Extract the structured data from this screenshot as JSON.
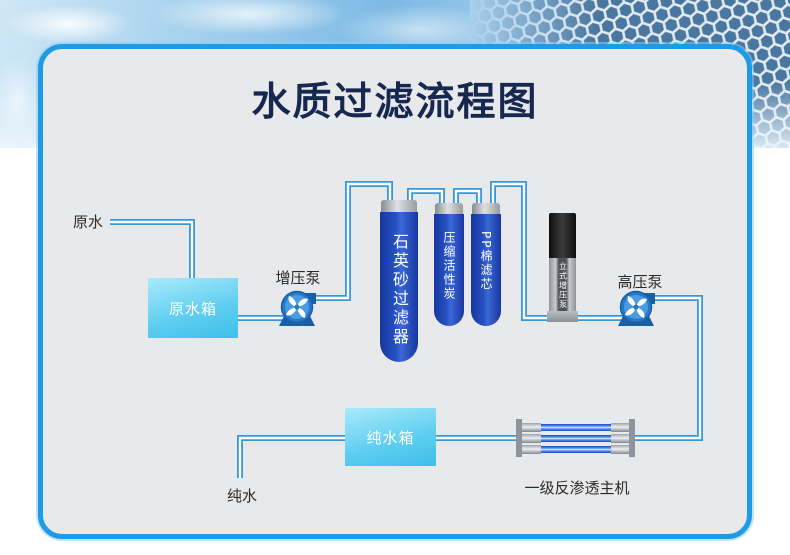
{
  "title": "水质过滤流程图",
  "colors": {
    "panel_border": "#1e9be4",
    "panel_background": "#e8e9eb",
    "title_text": "#16284f",
    "pipe": "#3597de",
    "filter_body": "#2450c0",
    "tank": "#5ccdf0",
    "pump": "#2479cb"
  },
  "source": {
    "label": "原水"
  },
  "raw_tank": {
    "label": "原水箱"
  },
  "booster_pump": {
    "label": "增压泵",
    "icon": "pump-icon"
  },
  "filters": [
    {
      "label": "石英砂过滤器"
    },
    {
      "label": "压缩活性炭"
    },
    {
      "label": "PP棉滤芯"
    }
  ],
  "vertical_pump": {
    "label": "立式增压泵"
  },
  "high_pressure_pump": {
    "label": "高压泵",
    "icon": "pump-icon"
  },
  "ro_unit": {
    "label": "一级反渗透主机"
  },
  "pure_tank": {
    "label": "纯水箱"
  },
  "output": {
    "label": "纯水"
  }
}
